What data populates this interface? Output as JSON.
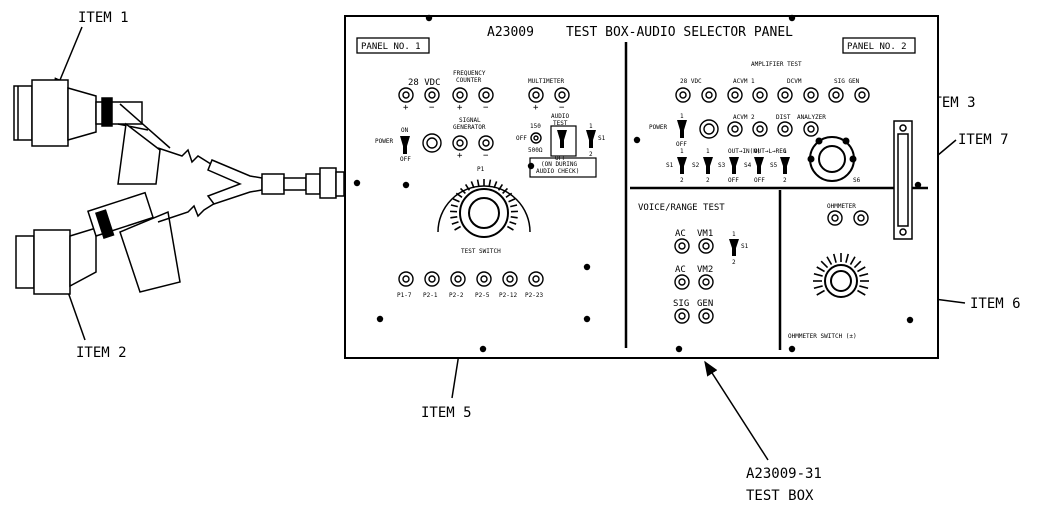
{
  "callouts": {
    "item1": "ITEM 1",
    "item2": "ITEM 2",
    "item3": "ITEM 3",
    "item5": "ITEM 5",
    "item6": "ITEM 6",
    "item7": "ITEM 7",
    "box_id": "A23009-31",
    "box_name": "TEST BOX"
  },
  "panel": {
    "part_no": "A23009",
    "title": "TEST BOX-AUDIO SELECTOR PANEL",
    "panel1": "PANEL NO. 1",
    "panel2": "PANEL NO. 2"
  },
  "left": {
    "vdc28": "28 VDC",
    "freq_counter_1": "FREQUENCY",
    "freq_counter_2": "COUNTER",
    "multimeter": "MULTIMETER",
    "power": "POWER",
    "on": "ON",
    "off": "OFF",
    "siggen_1": "SIGNAL",
    "siggen_2": "GENERATOR",
    "audio_test_1": "AUDIO",
    "audio_test_2": "TEST",
    "r150": "150",
    "off2": "OFF",
    "r500": "500Ω",
    "s1": "S1",
    "one": "1",
    "two": "2",
    "on_during_1": "(ON DURING",
    "on_during_2": "AUDIO CHECK)",
    "p1": "P1",
    "test_switch": "TEST SWITCH",
    "jacks": [
      "P1-7",
      "P2-1",
      "P2-2",
      "P2-5",
      "P2-12",
      "P2-23"
    ]
  },
  "right": {
    "amp_test": "AMPLIFIER TEST",
    "vdc28": "28 VDC",
    "acvm1": "ACVM 1",
    "dcvm": "DCVM",
    "siggen": "SIG GEN",
    "power": "POWER",
    "acvm2": "ACVM 2",
    "dist": "DIST",
    "analyzer": "ANALYZER",
    "s1": "S1",
    "s2": "S2",
    "s3": "S3",
    "s4": "S4",
    "s5": "S5",
    "s6": "S6",
    "one": "1",
    "two": "2",
    "off": "OFF",
    "s3_top": "OUT→IN(N)",
    "s4_top": "OUT→L→REG",
    "voice_range": "VOICE/RANGE TEST",
    "ac": "AC",
    "vm1": "VM1",
    "vm2": "VM2",
    "sig": "SIG",
    "gen": "GEN",
    "ohmmeter": "OHMMETER",
    "ohm_switch": "OHMMETER SWITCH (±)"
  },
  "colors": {
    "ink": "#000000",
    "paper": "#ffffff"
  }
}
